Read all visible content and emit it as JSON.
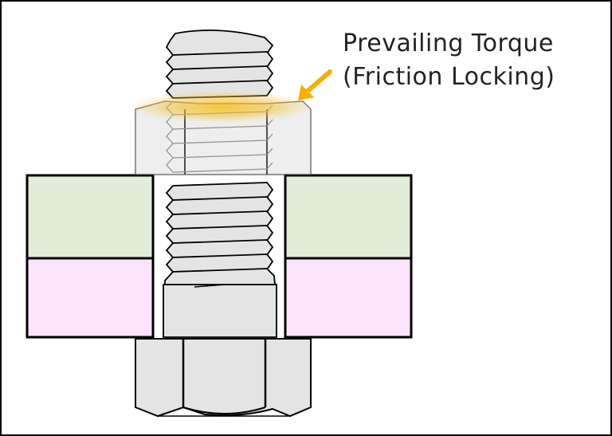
{
  "diagram": {
    "title": "Bolt and nut fastening assembly",
    "annotation": {
      "line1": "Prevailing Torque",
      "line2": "(Friction Locking)"
    },
    "colors": {
      "upper_plate": "#e2ecd8",
      "lower_plate": "#fde4fb",
      "metal": "#e4e4e4",
      "highlight": "#f5b800",
      "arrow": "#f5b000",
      "outline": "#000000"
    },
    "components": [
      "bolt head",
      "bolt shank",
      "threads",
      "upper plate",
      "lower plate",
      "nut",
      "friction locking zone"
    ]
  }
}
